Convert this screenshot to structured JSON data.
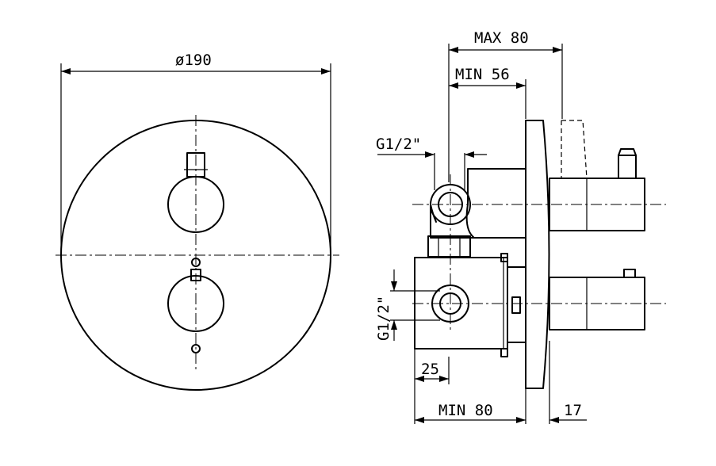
{
  "dimensions": {
    "diameter": "ø190",
    "max_depth": "MAX 80",
    "min_depth_56": "MIN 56",
    "thread_top": "G1/2\"",
    "thread_side": "G1/2\"",
    "offset_25": "25",
    "min_depth_80": "MIN 80",
    "plate_17": "17"
  }
}
